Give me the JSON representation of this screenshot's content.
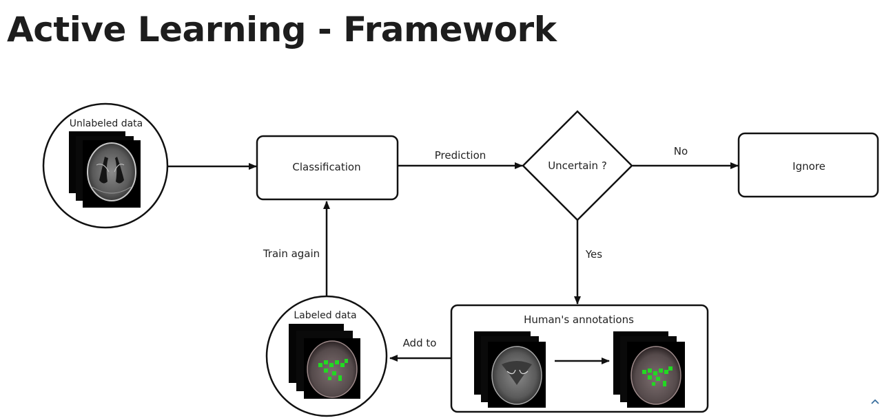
{
  "page": {
    "title": "Active Learning - Framework"
  },
  "diagram": {
    "nodes": {
      "unlabeled": "Unlabeled data",
      "classification": "Classification",
      "uncertain": "Uncertain ?",
      "ignore": "Ignore",
      "annotations": "Human's annotations",
      "labeled": "Labeled data"
    },
    "edges": {
      "prediction": "Prediction",
      "no": "No",
      "yes": "Yes",
      "add_to": "Add to",
      "train_again": "Train again"
    }
  },
  "colors": {
    "annotation_mark": "#22d922",
    "stroke": "#111111"
  },
  "icons": {
    "scroll_top": "chevron-up-icon"
  }
}
